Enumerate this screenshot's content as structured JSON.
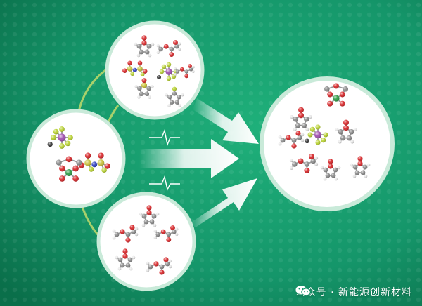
{
  "watermark": {
    "icon": "wechat-icon",
    "text": "公众号 · 新能源创新材料"
  },
  "colors": {
    "background_light": "#1fb07a",
    "background_dark": "#0a6f4a",
    "circle_fill": "#ffffff",
    "circle_ring": "#c9ead9",
    "link_line": "#b7d66a",
    "arrow_fill": "#ffffff",
    "atom_oxygen": "#d8282b",
    "atom_carbon": "#8c8c8c",
    "atom_hydrogen": "#e6e6e6",
    "atom_fluorine": "#b9d232",
    "atom_phosphorus": "#a050b0",
    "atom_sulfur": "#c9c23a",
    "atom_nitrogen": "#3040c0",
    "atom_boron": "#2e9c46",
    "atom_lithium": "#3a3a3a"
  },
  "panels": [
    {
      "role": "salt-additives"
    },
    {
      "role": "additive-molecules"
    },
    {
      "role": "solvent-molecules"
    },
    {
      "role": "electrolyte-mixture"
    }
  ],
  "signals": [
    {
      "role": "pulse-upper"
    },
    {
      "role": "pulse-lower"
    }
  ]
}
